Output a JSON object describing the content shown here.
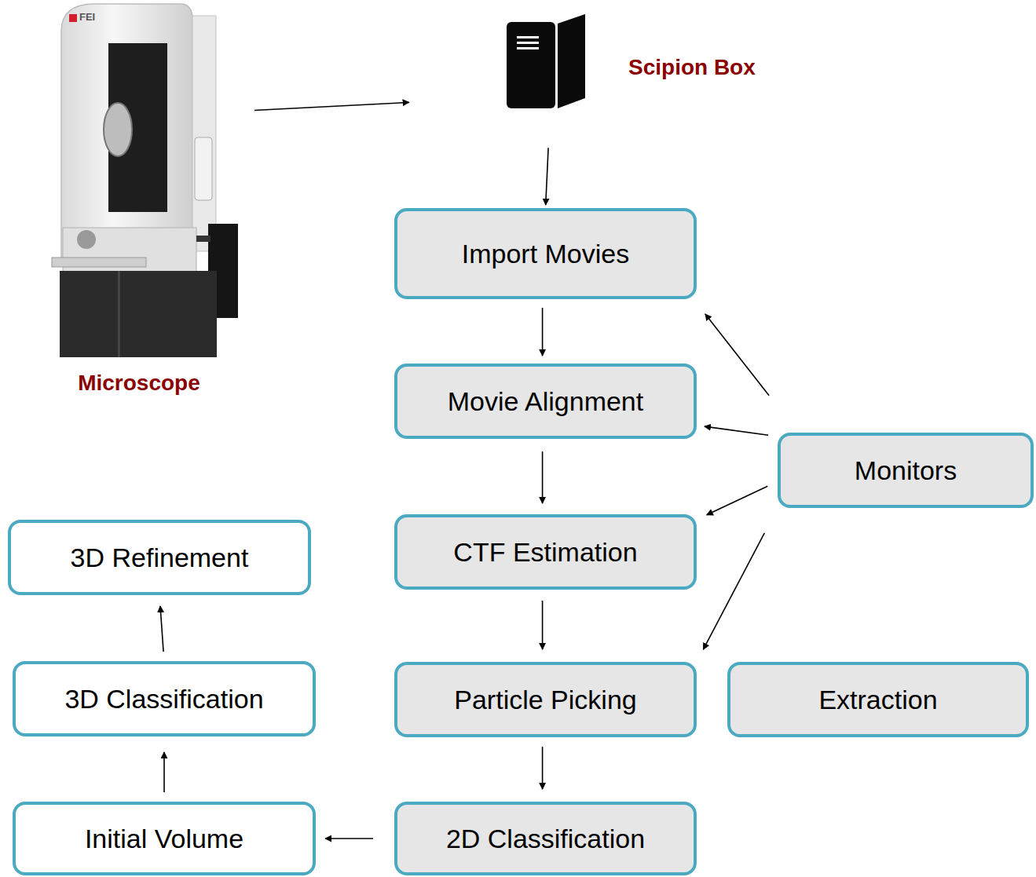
{
  "diagram": {
    "nodes": [
      {
        "text": [
          "Microscope"
        ]
      },
      {
        "text": [
          "Scipion Box"
        ]
      },
      {
        "text": [
          "Import Movies"
        ]
      },
      {
        "text": [
          "Movie Alignment"
        ]
      },
      {
        "text": [
          "Monitors"
        ]
      },
      {
        "text": [
          "CTF Estimation"
        ]
      },
      {
        "text": [
          "3D Refinement"
        ]
      },
      {
        "text": [
          "3D Classification"
        ]
      },
      {
        "text": [
          "Particle Picking"
        ]
      },
      {
        "text": [
          "Extraction"
        ]
      },
      {
        "text": [
          "Initial Volume"
        ]
      },
      {
        "text": [
          "2D Classification"
        ]
      }
    ],
    "edges": [
      {
        "from": 0,
        "to": 1,
        "arrow": "to"
      },
      {
        "from": 1,
        "to": 2,
        "arrow": "to"
      },
      {
        "from": 2,
        "to": 3,
        "arrow": "to"
      },
      {
        "from": 3,
        "to": 5,
        "arrow": "to"
      },
      {
        "from": 5,
        "to": 8,
        "arrow": "to"
      },
      {
        "from": 8,
        "to": 11,
        "arrow": "to"
      },
      {
        "from": 11,
        "to": 10,
        "arrow": "to"
      },
      {
        "from": 10,
        "to": 7,
        "arrow": "to"
      },
      {
        "from": 7,
        "to": 6,
        "arrow": "to"
      },
      {
        "from": 4,
        "to": 2,
        "arrow": "to"
      },
      {
        "from": 4,
        "to": 3,
        "arrow": "to"
      },
      {
        "from": 4,
        "to": 5,
        "arrow": "to"
      },
      {
        "from": 4,
        "to": 8,
        "arrow": "to"
      }
    ],
    "labels": [
      "FEI"
    ]
  }
}
